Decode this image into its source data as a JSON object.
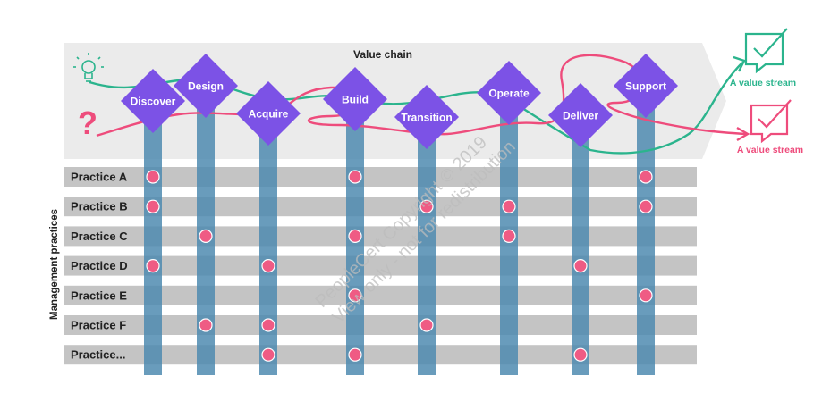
{
  "title": "Value chain",
  "axis_label": "Management practices",
  "colors": {
    "chevron": "#ebebeb",
    "row": "#c4c4c4",
    "column": "#4f8bb0",
    "diamond": "#7c52e6",
    "dot": "#ef5b84",
    "green": "#2bb48d",
    "pink": "#ee4c7c",
    "idea": "#2bb48d",
    "question": "#ee4c7c"
  },
  "icons": {
    "start_top": "lightbulb-icon",
    "start_bottom": "question-mark-icon",
    "end_top": "chat-check-icon",
    "end_bottom": "chat-check-icon"
  },
  "question_glyph": "?",
  "stages": [
    "Discover",
    "Design",
    "Acquire",
    "Build",
    "Transition",
    "Operate",
    "Deliver",
    "Support"
  ],
  "practices": [
    "Practice A",
    "Practice B",
    "Practice C",
    "Practice D",
    "Practice E",
    "Practice F",
    "Practice..."
  ],
  "dots": [
    [
      "Discover",
      "Build",
      "Support"
    ],
    [
      "Discover",
      "Transition",
      "Operate",
      "Support"
    ],
    [
      "Design",
      "Build",
      "Operate"
    ],
    [
      "Discover",
      "Acquire",
      "Deliver"
    ],
    [
      "Build",
      "Support"
    ],
    [
      "Design",
      "Acquire",
      "Transition"
    ],
    [
      "Acquire",
      "Build",
      "Deliver"
    ]
  ],
  "streams": [
    {
      "label": "A value stream",
      "color": "#2bb48d"
    },
    {
      "label": "A value stream",
      "color": "#ee4c7c"
    }
  ],
  "watermark": [
    "PeopleCert Copyright © 2019",
    "View only - not for redistribution"
  ]
}
